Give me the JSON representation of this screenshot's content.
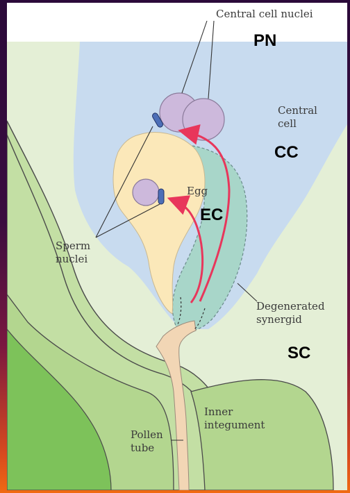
{
  "labels": {
    "central_cell_nuclei": "Central cell nuclei",
    "central_cell": "Central\ncell",
    "egg": "Egg",
    "sperm_nuclei": "Sperm\nnuclei",
    "degenerated_synergid": "Degenerated\nsynergid",
    "inner_integument": "Inner\nintegument",
    "pollen_tube": "Pollen\ntube"
  },
  "annotations": {
    "pn": "PN",
    "cc": "CC",
    "ec": "EC",
    "sc": "SC"
  },
  "colors": {
    "tissue_light": "#e4efd6",
    "integument": "#b3d68f",
    "outer_tissue": "#7dc25a",
    "central_cell": "#c8dbef",
    "egg_cell": "#fbe8b9",
    "synergid": "#a8d6c9",
    "nucleus": "#cdb9dc",
    "sperm": "#4d6fb7",
    "pollen_tube": "#f2d6b5",
    "arrow": "#e8365b"
  }
}
